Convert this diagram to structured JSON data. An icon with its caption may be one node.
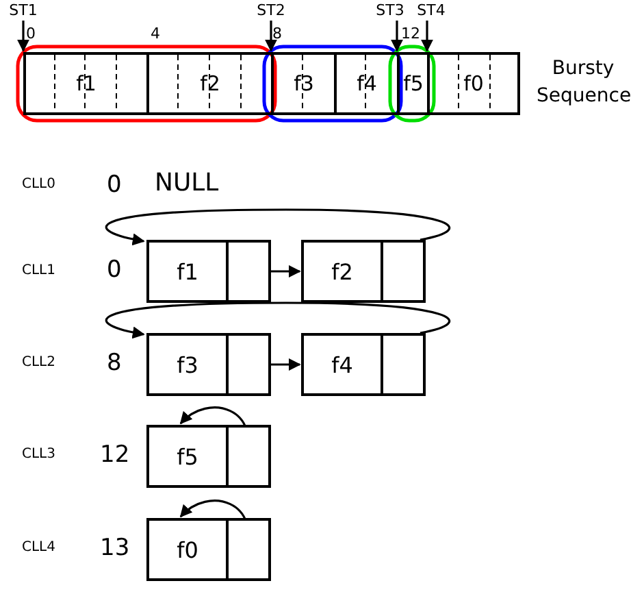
{
  "diagram": {
    "nodes": [
      {
        "text": [
          "ST1"
        ]
      },
      {
        "text": [
          "ST2"
        ]
      },
      {
        "text": [
          "ST3"
        ]
      },
      {
        "text": [
          "ST4"
        ]
      },
      {
        "text": [
          "f1"
        ]
      },
      {
        "text": [
          "f2"
        ]
      },
      {
        "text": [
          "f3"
        ]
      },
      {
        "text": [
          "f4"
        ]
      },
      {
        "text": [
          "f5"
        ]
      },
      {
        "text": [
          "f0"
        ]
      },
      {
        "text": [
          "f1"
        ]
      },
      {
        "text": [
          "f2"
        ]
      },
      {
        "text": [
          "f3"
        ]
      },
      {
        "text": [
          "f4"
        ]
      },
      {
        "text": [
          "f5"
        ]
      },
      {
        "text": [
          "f0"
        ]
      }
    ],
    "edges": [
      {
        "from": 0,
        "to": 4,
        "arrow": "to"
      },
      {
        "from": 1,
        "to": 6,
        "arrow": "to"
      },
      {
        "from": 2,
        "to": 8,
        "arrow": "to"
      },
      {
        "from": 3,
        "to": 9,
        "arrow": "to"
      },
      {
        "from": 10,
        "to": 11,
        "arrow": "to"
      },
      {
        "from": 11,
        "to": 10,
        "arrow": "to"
      },
      {
        "from": 12,
        "to": 13,
        "arrow": "to"
      },
      {
        "from": 13,
        "to": 12,
        "arrow": "to"
      },
      {
        "from": 14,
        "to": 14,
        "arrow": "to"
      },
      {
        "from": 15,
        "to": 15,
        "arrow": "to"
      }
    ],
    "labels": [
      "0",
      "4",
      "8",
      "12",
      "Bursty Sequence",
      "CLL0",
      "0",
      "NULL",
      "CLL1",
      "0",
      "CLL2",
      "8",
      "CLL3",
      "12",
      "CLL4",
      "13"
    ]
  }
}
